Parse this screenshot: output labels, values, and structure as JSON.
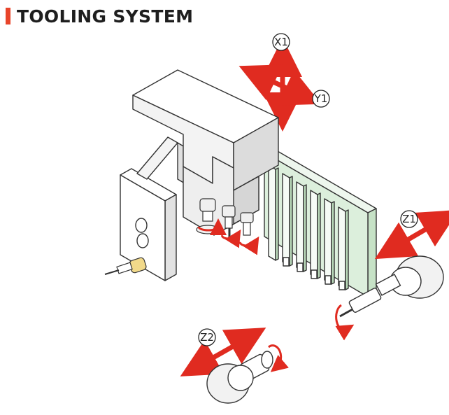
{
  "header": {
    "title": "TOOLING SYSTEM"
  },
  "axes": {
    "x1": "X1",
    "y1": "Y1",
    "z1": "Z1",
    "z2": "Z2"
  },
  "colors": {
    "accent": "#e8442a",
    "motion_arrow": "#e02b20",
    "gang_green": "#dcefdc",
    "outline": "#333333",
    "collet_gold": "#f1d98a"
  }
}
